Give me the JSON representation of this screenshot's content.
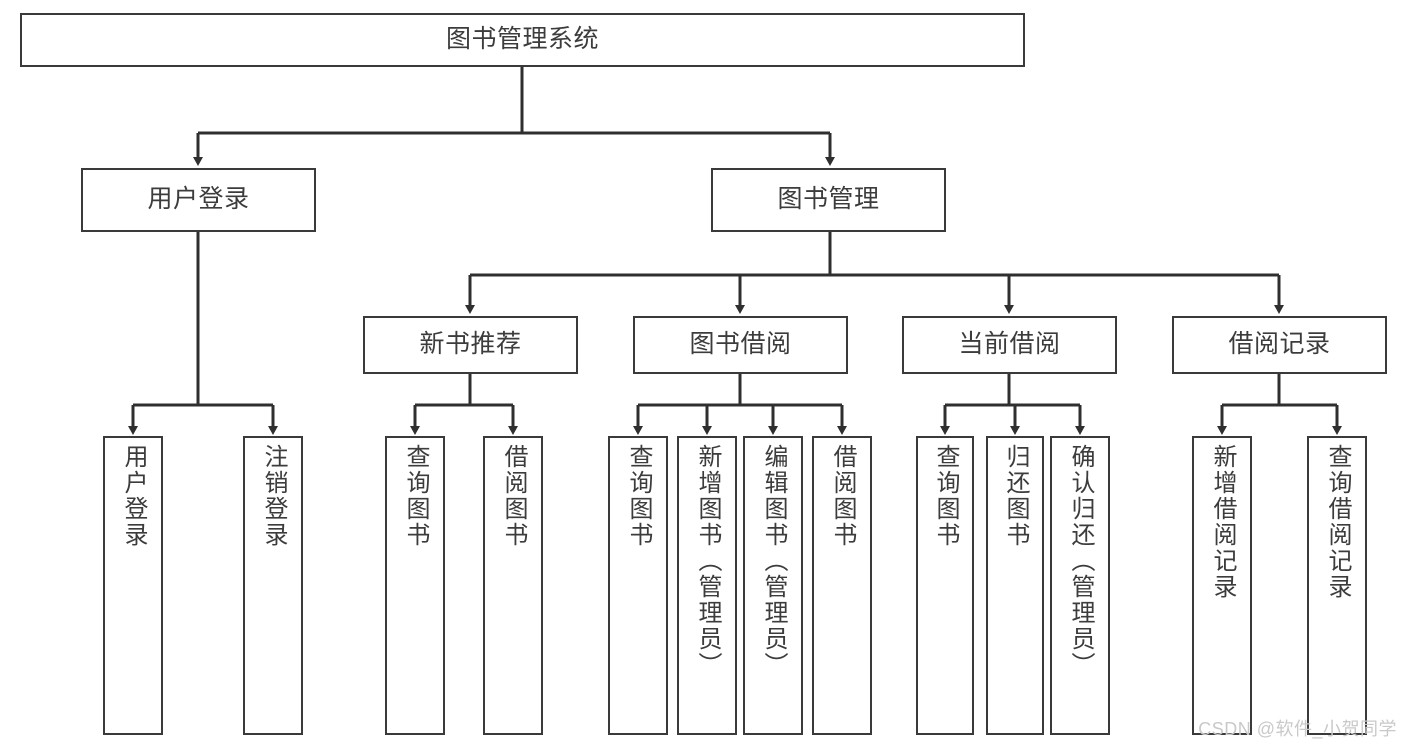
{
  "diagram": {
    "title": "图书管理系统",
    "type": "tree-hierarchy",
    "orientation": "top-down",
    "edge_style": "orthogonal-with-arrowheads",
    "line_color": "#3a3a3a",
    "box_fill": "#ffffff",
    "text_color": "#3c3c3c"
  },
  "nodes": {
    "root": {
      "label": "图书管理系统",
      "level": 1
    },
    "level2": [
      {
        "id": "user-login",
        "label": "用户登录"
      },
      {
        "id": "book-manage",
        "label": "图书管理"
      }
    ],
    "level3": [
      {
        "id": "new-book-recommend",
        "label": "新书推荐",
        "parent": "book-manage"
      },
      {
        "id": "book-borrow",
        "label": "图书借阅",
        "parent": "book-manage"
      },
      {
        "id": "current-borrow",
        "label": "当前借阅",
        "parent": "book-manage"
      },
      {
        "id": "borrow-record",
        "label": "借阅记录",
        "parent": "book-manage"
      }
    ],
    "leaves": {
      "user-login": [
        {
          "id": "leaf-user-login",
          "label": "用户登录"
        },
        {
          "id": "leaf-user-logout",
          "label": "注销登录"
        }
      ],
      "new-book-recommend": [
        {
          "id": "leaf-query-book-1",
          "label": "查询图书"
        },
        {
          "id": "leaf-borrow-book-1",
          "label": "借阅图书"
        }
      ],
      "book-borrow": [
        {
          "id": "leaf-query-book-2",
          "label": "查询图书"
        },
        {
          "id": "leaf-add-book",
          "label": "新增图书（管理员）"
        },
        {
          "id": "leaf-edit-book",
          "label": "编辑图书（管理员）"
        },
        {
          "id": "leaf-borrow-book-2",
          "label": "借阅图书"
        }
      ],
      "current-borrow": [
        {
          "id": "leaf-query-book-3",
          "label": "查询图书"
        },
        {
          "id": "leaf-return-book",
          "label": "归还图书"
        },
        {
          "id": "leaf-confirm-return",
          "label": "确认归还（管理员）"
        }
      ],
      "borrow-record": [
        {
          "id": "leaf-add-record",
          "label": "新增借阅记录"
        },
        {
          "id": "leaf-query-record",
          "label": "查询借阅记录"
        }
      ]
    }
  },
  "watermark": {
    "text": "CSDN @软件_小贺同学"
  }
}
